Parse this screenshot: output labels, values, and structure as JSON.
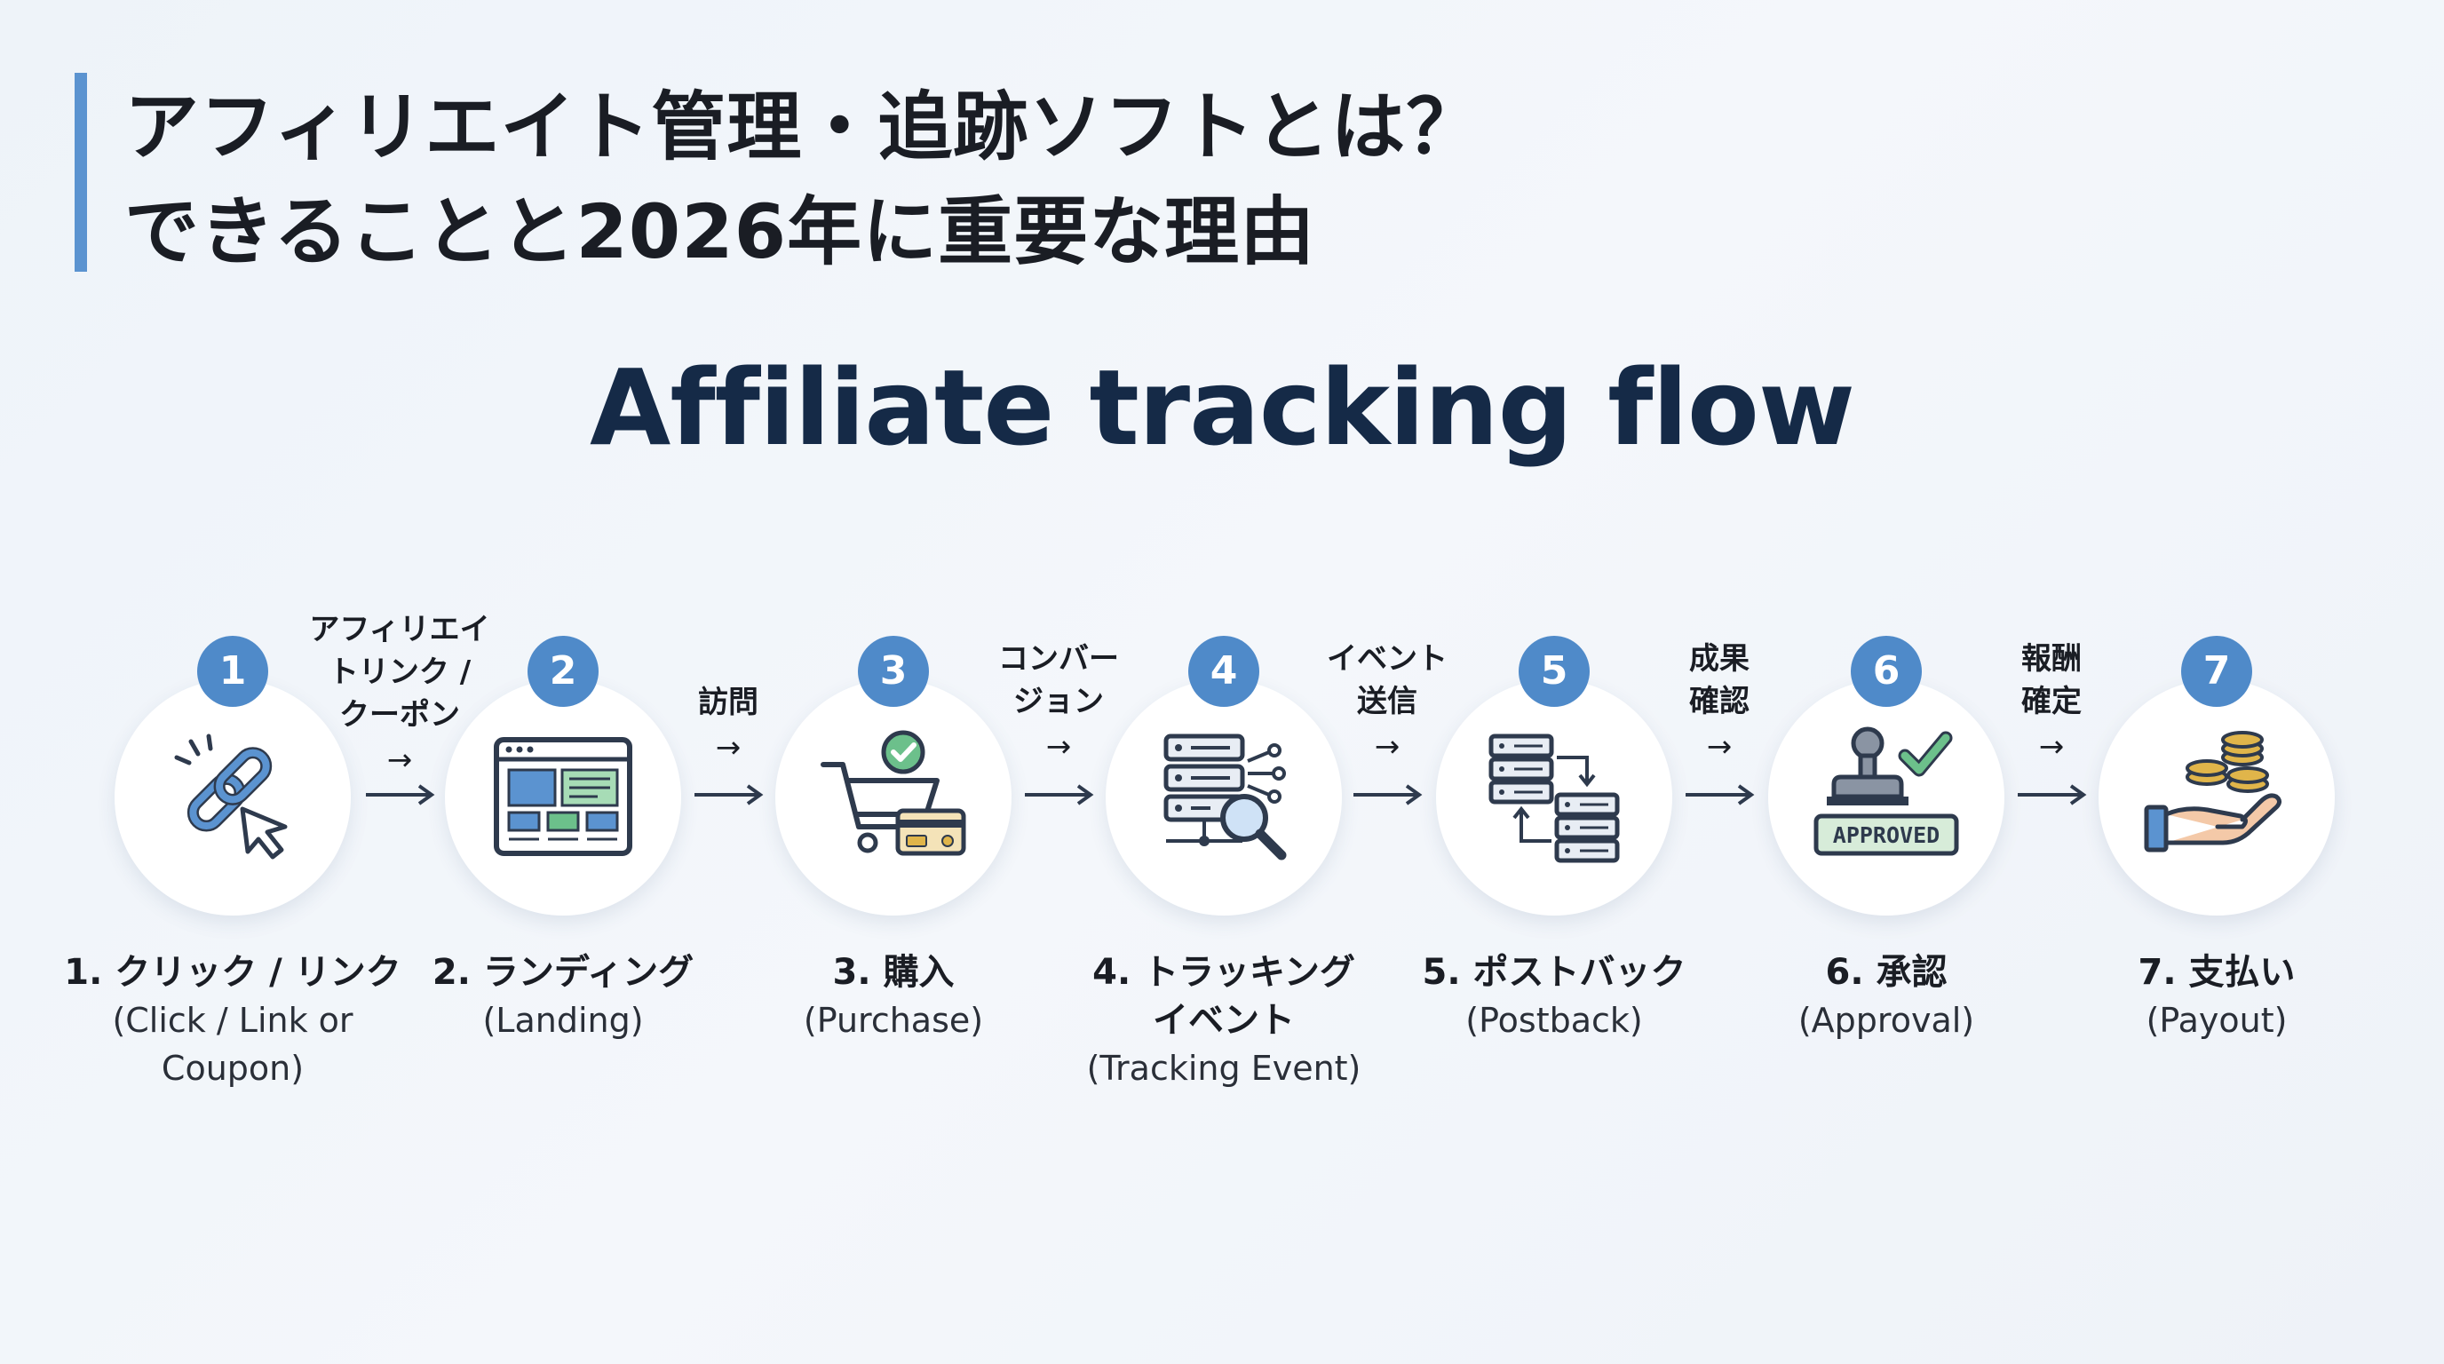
{
  "header": {
    "title_line1": "アフィリエイト管理・追跡ソフトとは？",
    "title_line2": "できることと2026年に重要な理由"
  },
  "diagram": {
    "title": "Affiliate tracking flow",
    "steps": [
      {
        "number": "1",
        "label": "1. クリック / リンク",
        "sub1": "(Click / Link or",
        "sub2": "Coupon)",
        "icon": "link-cursor-icon"
      },
      {
        "number": "2",
        "label": "2. ランディング",
        "sub1": "(Landing)",
        "icon": "landing-page-icon"
      },
      {
        "number": "3",
        "label": "3. 購入",
        "sub1": "(Purchase)",
        "icon": "cart-card-icon"
      },
      {
        "number": "4",
        "label": "4. トラッキング",
        "label2": "イベント",
        "sub1": "(Tracking Event)",
        "icon": "server-search-icon"
      },
      {
        "number": "5",
        "label": "5. ポストバック",
        "sub1": "(Postback)",
        "icon": "server-sync-icon"
      },
      {
        "number": "6",
        "label": "6. 承認",
        "sub1": "(Approval)",
        "icon": "approved-stamp-icon",
        "stamp_text": "APPROVED"
      },
      {
        "number": "7",
        "label": "7. 支払い",
        "sub1": "(Payout)",
        "icon": "hand-coins-icon"
      }
    ],
    "connectors": [
      {
        "lines": [
          "アフィリエイ",
          "トリンク /",
          "クーポン"
        ],
        "arrow": "→"
      },
      {
        "lines": [
          "訪問"
        ],
        "arrow": "→"
      },
      {
        "lines": [
          "コンバー",
          "ジョン"
        ],
        "arrow": "→"
      },
      {
        "lines": [
          "イベント",
          "送信"
        ],
        "arrow": "→"
      },
      {
        "lines": [
          "成果",
          "確認"
        ],
        "arrow": "→"
      },
      {
        "lines": [
          "報酬",
          "確定"
        ],
        "arrow": "→"
      }
    ]
  },
  "colors": {
    "accent": "#4f8ac9",
    "title": "#152a47",
    "icon_stroke": "#2e3a4d",
    "icon_blue": "#5b93d0",
    "icon_green": "#6cc08b",
    "coin_gold": "#e0b54a"
  }
}
